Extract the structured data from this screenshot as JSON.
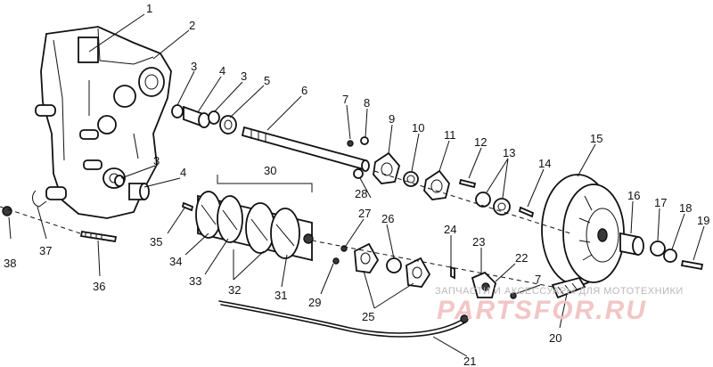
{
  "labels": [
    "1",
    "2",
    "3",
    "4",
    "3",
    "5",
    "6",
    "7",
    "8",
    "9",
    "10",
    "11",
    "12",
    "13",
    "14",
    "15",
    "16",
    "17",
    "18",
    "19",
    "3",
    "4",
    "28",
    "30",
    "27",
    "26",
    "24",
    "23",
    "22",
    "7",
    "35",
    "34",
    "33",
    "32",
    "31",
    "29",
    "25",
    "20",
    "21",
    "38",
    "37",
    "36"
  ],
  "watermark": {
    "caption": "ЗАПЧАСТИ И АКСЕССУАРЫ ДЛЯ МОТОТЕХНИКИ",
    "brand": "PARTSFOR.RU"
  }
}
